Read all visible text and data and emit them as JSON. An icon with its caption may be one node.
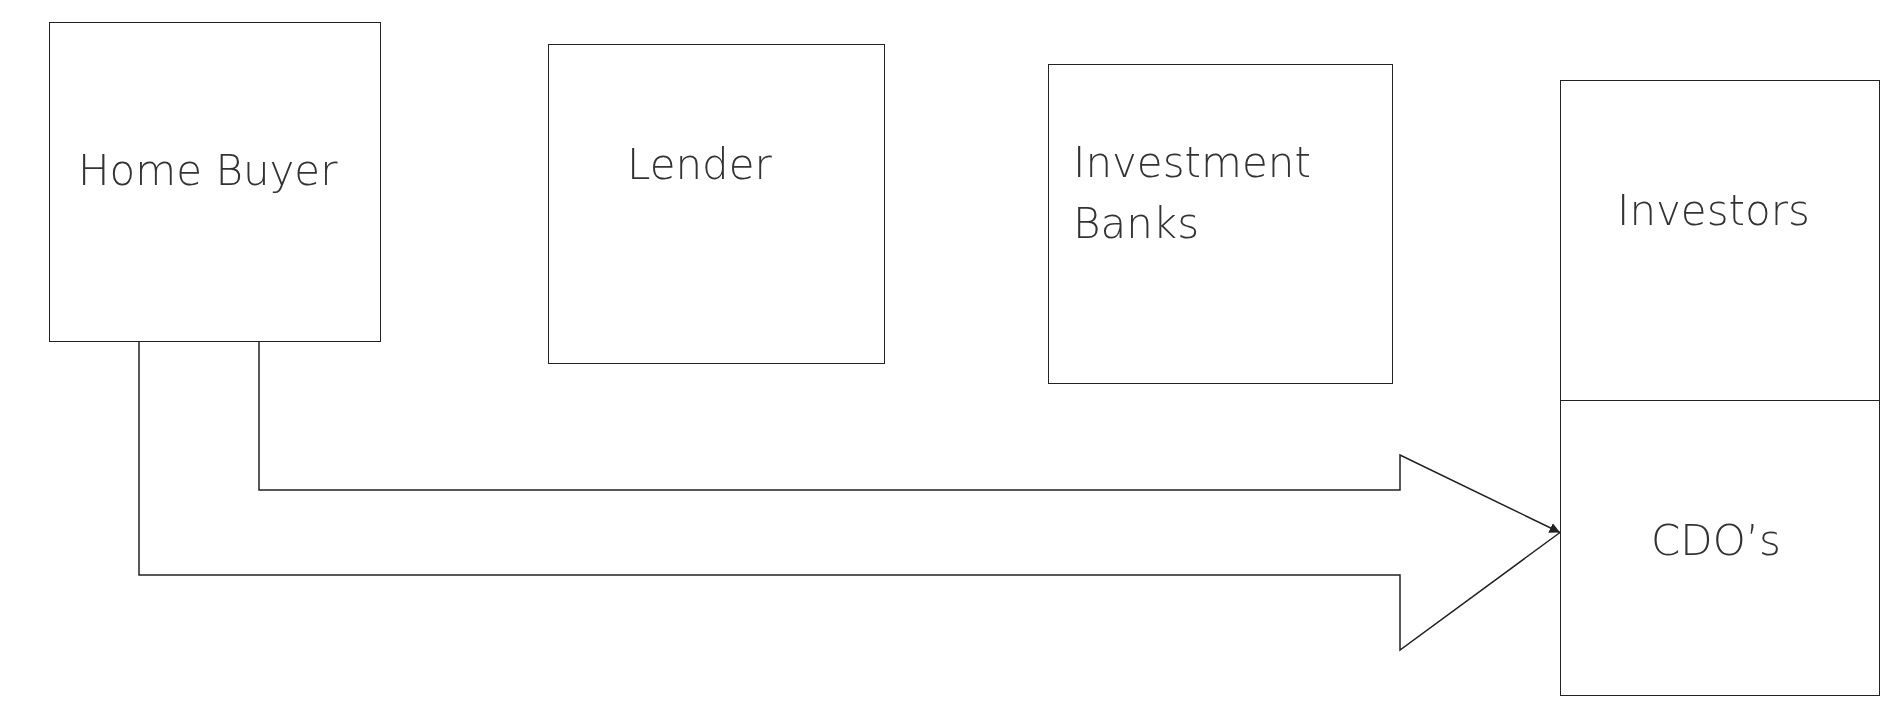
{
  "diagram": {
    "nodes": [
      {
        "text": [
          "Home Buyer"
        ]
      },
      {
        "text": [
          "Lender"
        ]
      },
      {
        "text": [
          "Investment Banks"
        ]
      },
      {
        "text": [
          "Investors"
        ]
      },
      {
        "text": [
          "CDO’s"
        ]
      }
    ],
    "edges": [
      {
        "from": 0,
        "to": 4,
        "arrow": "to"
      }
    ]
  }
}
